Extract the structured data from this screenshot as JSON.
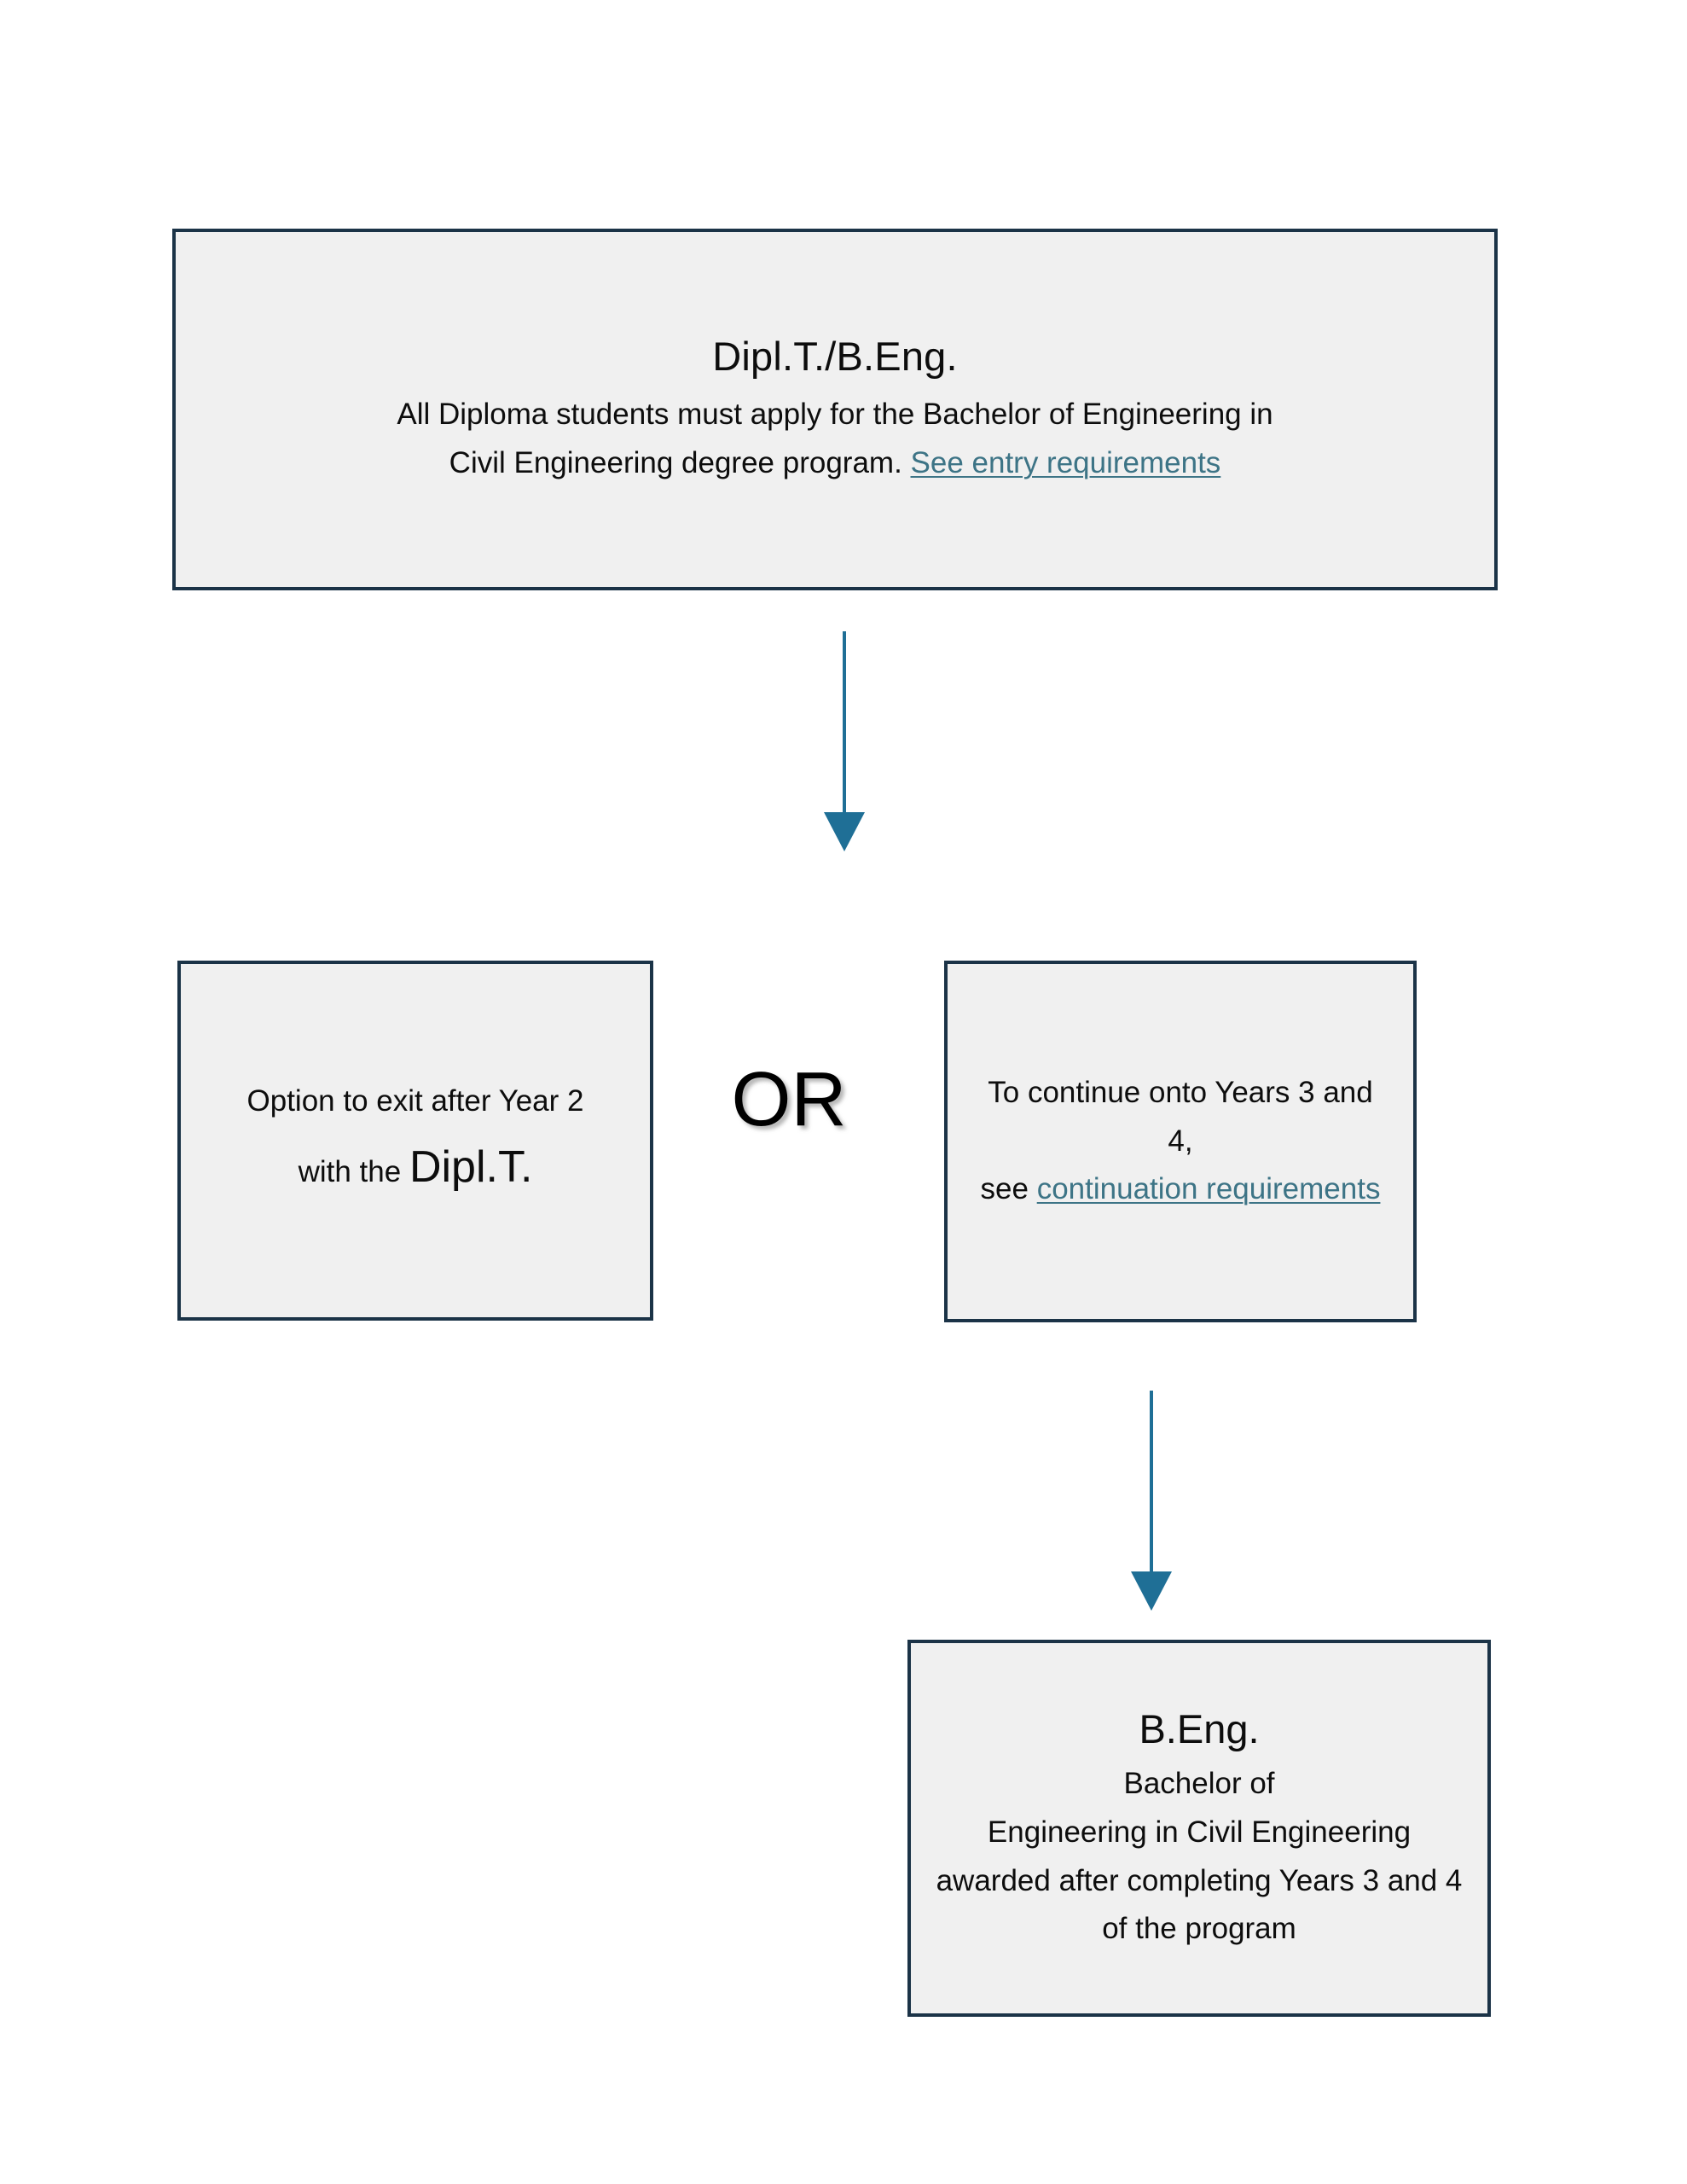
{
  "diagram": {
    "type": "flowchart",
    "title": "Dipl.T./B.Eng. program pathway",
    "colors": {
      "box_border": "#1b3347",
      "box_fill": "#f0f0f0",
      "arrow": "#1f6f96",
      "link": "#3d7486",
      "text": "#0d0d0d",
      "page_background": "#ffffff"
    }
  },
  "nodes": {
    "program": {
      "title": "Dipl.T./B.Eng.",
      "body_line1": "All Diploma students must apply for the Bachelor of Engineering in",
      "body_line2_prefix": "Civil Engineering degree program. ",
      "link_label": "See entry requirements"
    },
    "exit": {
      "line1": "Option to exit after Year 2",
      "line2_prefix": "with the ",
      "credential": "Dipl.T."
    },
    "or_label": "OR",
    "continue": {
      "line1": "To continue onto Years 3 and 4,",
      "line2_prefix": "see ",
      "link_label": "continuation requirements"
    },
    "beng": {
      "title": "B.Eng.",
      "body_line1": "Bachelor of",
      "body_line2": "Engineering in Civil Engineering",
      "body_line3": "awarded after completing Years 3 and 4",
      "body_line4": "of the program"
    }
  },
  "edges": [
    {
      "id": "edge-program-to-options",
      "from": "program",
      "to": "exit-or-continue",
      "direction": "down",
      "label": ""
    },
    {
      "id": "edge-continue-to-beng",
      "from": "continue",
      "to": "beng",
      "direction": "down",
      "label": ""
    }
  ]
}
